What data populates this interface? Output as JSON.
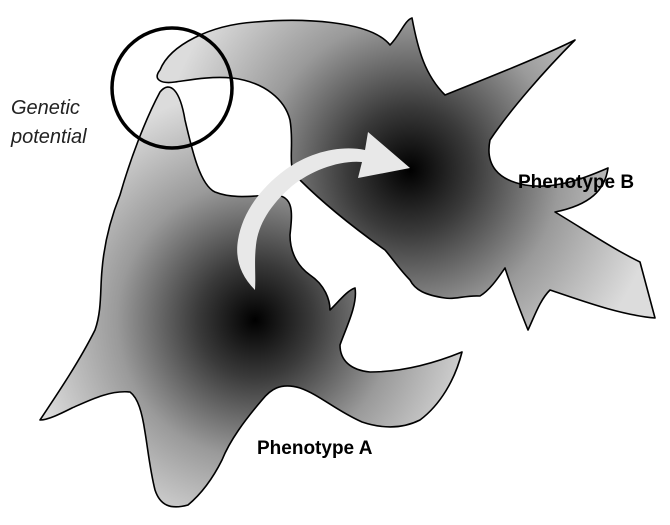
{
  "labels": {
    "genetic_potential_line1": "Genetic",
    "genetic_potential_line2": "potential",
    "phenotype_a": "Phenotype A",
    "phenotype_b": "Phenotype B"
  },
  "colors": {
    "region_center": "#000000",
    "region_edge": "#dcdcdc",
    "outline": "#000000",
    "arrow": "#e8e8e8"
  }
}
